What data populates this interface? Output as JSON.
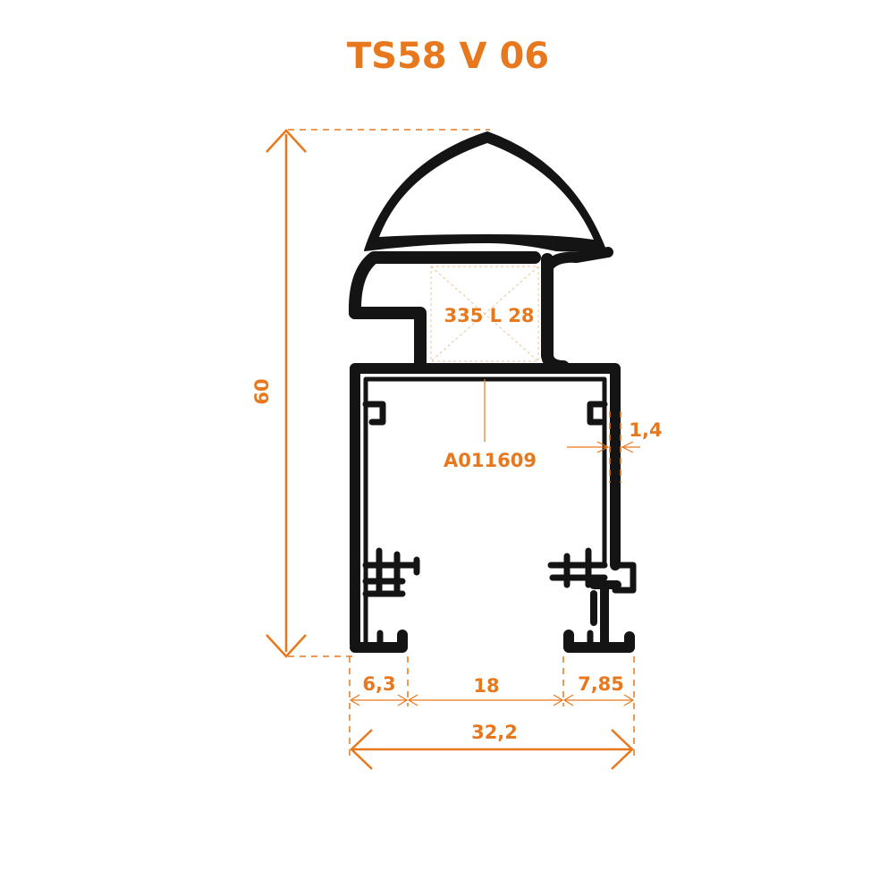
{
  "title": "TS58 V 06",
  "labels": {
    "height": "60",
    "gasket_code": "335 L 28",
    "profile_code": "A011609",
    "wall_thickness": "1,4",
    "left_width": "6,3",
    "middle_width": "18",
    "right_width": "7,85",
    "total_width": "32,2"
  },
  "colors": {
    "accent": "#E8781E",
    "profile": "#141414",
    "background": "#FFFFFF"
  }
}
